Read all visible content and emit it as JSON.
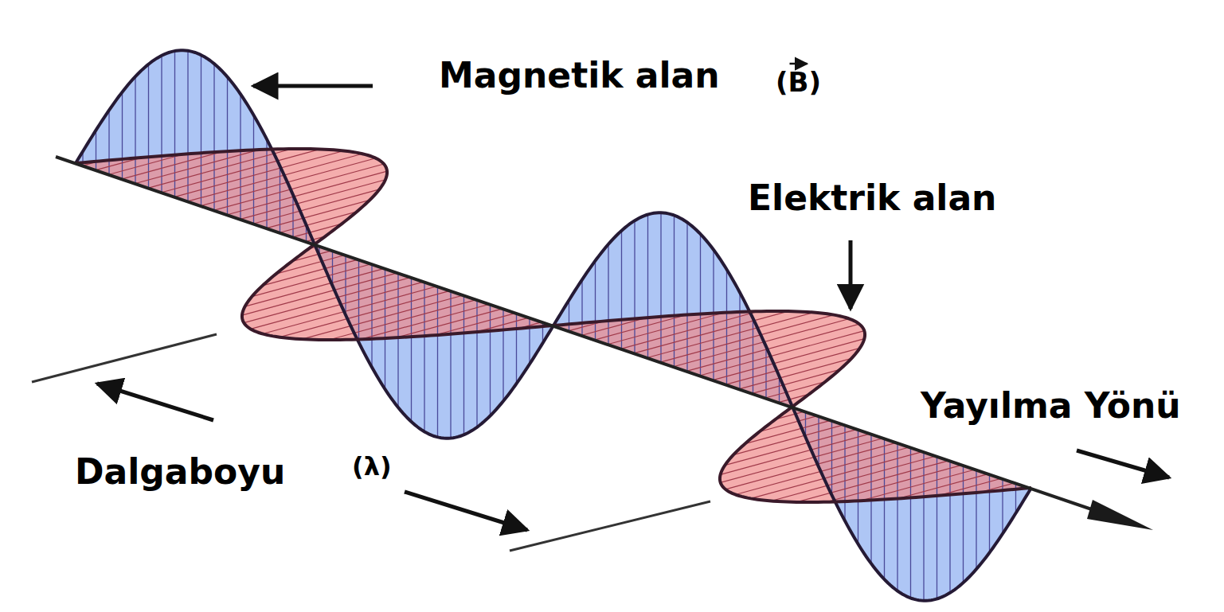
{
  "diagram": {
    "labels": [
      "Magnetik alan",
      "(B)",
      "Elektrik alan",
      "Yayılma Yönü",
      "Dalgaboyu",
      "(λ)"
    ]
  }
}
